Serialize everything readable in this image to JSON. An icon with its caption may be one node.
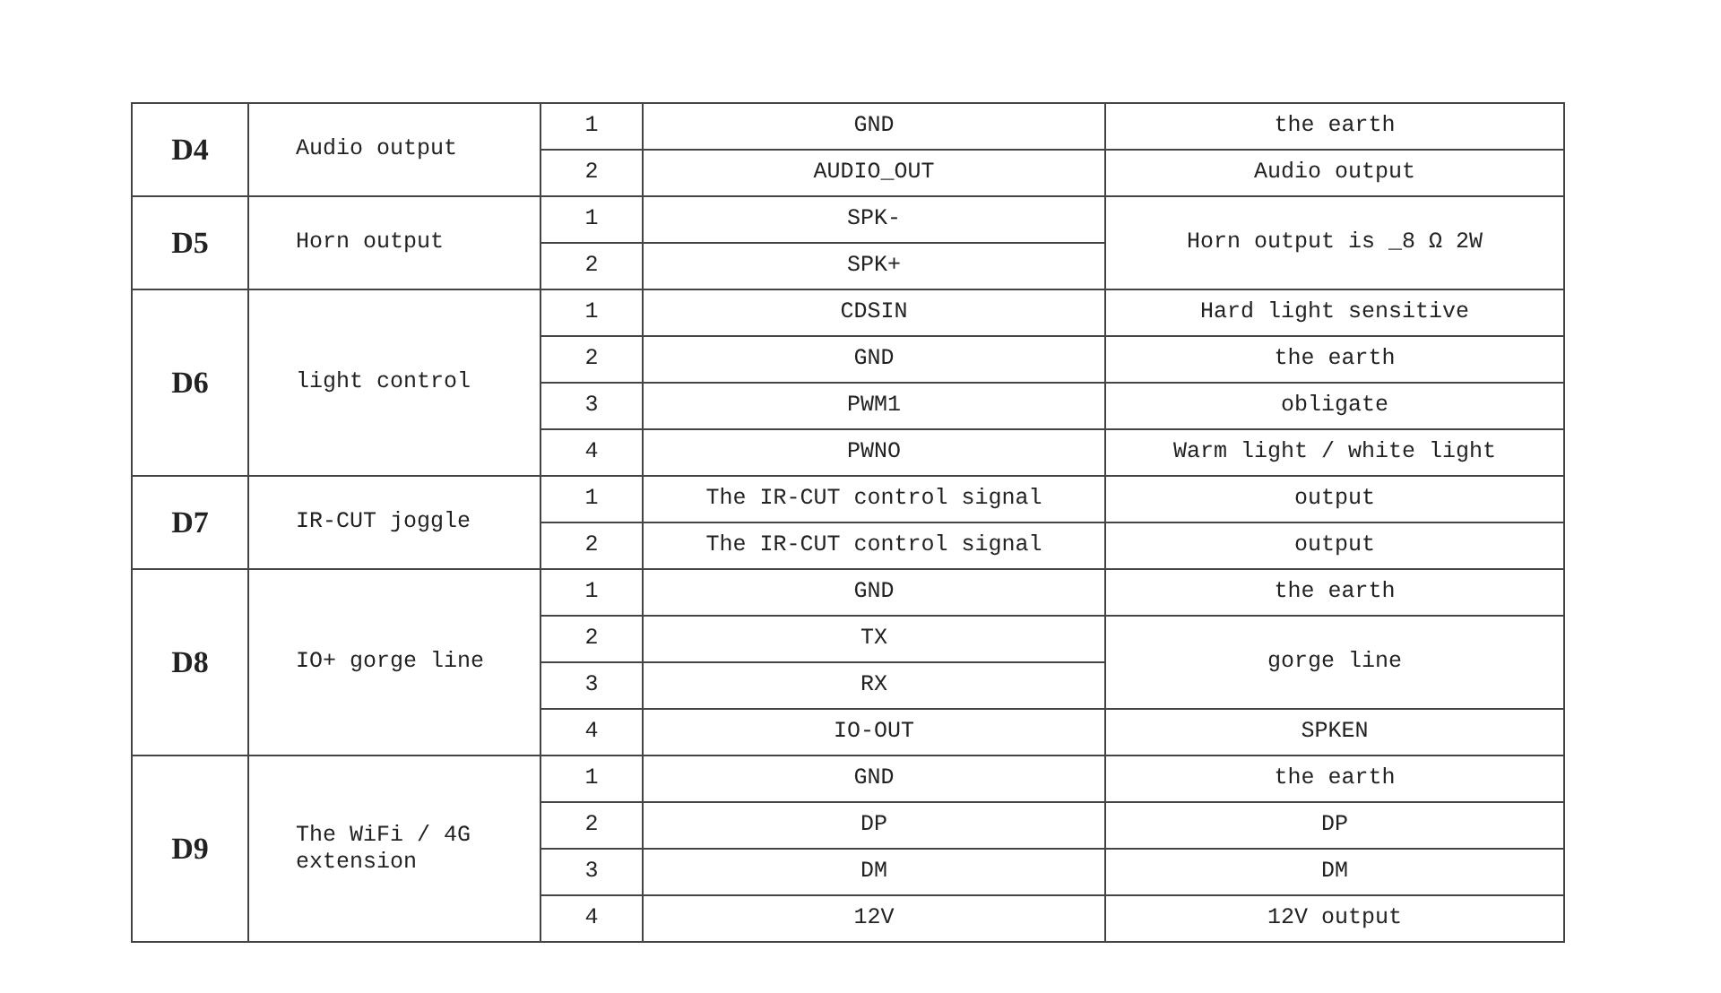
{
  "diagram": {
    "labels": [
      "D4",
      "Audio output",
      "1",
      "GND",
      "the earth",
      "2",
      "AUDIO_OUT",
      "Audio output",
      "D5",
      "Horn output",
      "1",
      "SPK-",
      "Horn output is _8 Ω 2W",
      "2",
      "SPK+",
      "D6",
      "light control",
      "1",
      "CDSIN",
      "Hard light sensitive",
      "2",
      "GND",
      "the earth",
      "3",
      "PWM1",
      "obligate",
      "4",
      "PWNO",
      "Warm light / white light",
      "D7",
      "IR-CUT joggle",
      "1",
      "The IR-CUT control signal",
      "output",
      "2",
      "The IR-CUT control signal",
      "output",
      "D8",
      "IO+ gorge line",
      "1",
      "GND",
      "the earth",
      "2",
      "TX",
      "gorge line",
      "3",
      "RX",
      "4",
      "IO-OUT",
      "SPKEN",
      "D9",
      "The WiFi / 4G extension",
      "1",
      "GND",
      "the earth",
      "2",
      "DP",
      "DP",
      "3",
      "DM",
      "DM",
      "4",
      "12V",
      "12V output"
    ]
  }
}
